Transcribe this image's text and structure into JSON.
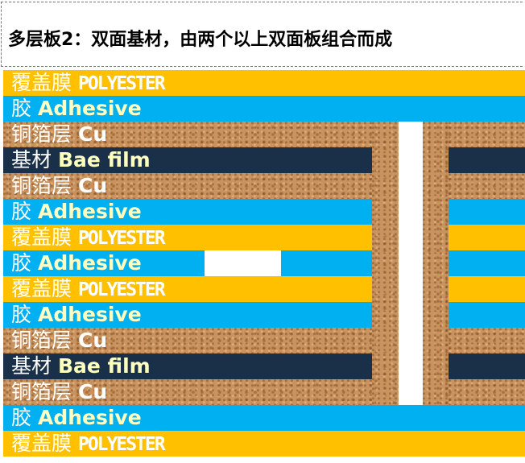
{
  "title": "多层板2：双面基材，由两个以上双面板组合而成",
  "colors": {
    "coverlay": "#ffc000",
    "adhesive": "#00b0f0",
    "base": "#1a3049",
    "copper": "#c8935e"
  },
  "layers": [
    {
      "type": "coverlay",
      "zh": "覆盖膜",
      "en": "POLYESTER"
    },
    {
      "type": "adhesive",
      "zh": "胶",
      "en": "Adhesive"
    },
    {
      "type": "copper",
      "zh": "铜箔层",
      "en": "Cu"
    },
    {
      "type": "base",
      "zh": "基材",
      "en": "Bae film"
    },
    {
      "type": "copper",
      "zh": "铜箔层",
      "en": "Cu"
    },
    {
      "type": "adhesive",
      "zh": "胶",
      "en": "Adhesive"
    },
    {
      "type": "coverlay",
      "zh": "覆盖膜",
      "en": "POLYESTER"
    },
    {
      "type": "adhesive",
      "zh": "胶",
      "en": "Adhesive"
    },
    {
      "type": "coverlay",
      "zh": "覆盖膜",
      "en": "POLYESTER"
    },
    {
      "type": "adhesive",
      "zh": "胶",
      "en": "Adhesive"
    },
    {
      "type": "copper",
      "zh": "铜箔层",
      "en": "Cu"
    },
    {
      "type": "base",
      "zh": "基材",
      "en": "Bae film"
    },
    {
      "type": "copper",
      "zh": "铜箔层",
      "en": "Cu"
    },
    {
      "type": "adhesive",
      "zh": "胶",
      "en": "Adhesive"
    },
    {
      "type": "coverlay",
      "zh": "覆盖膜",
      "en": "POLYESTER"
    }
  ]
}
